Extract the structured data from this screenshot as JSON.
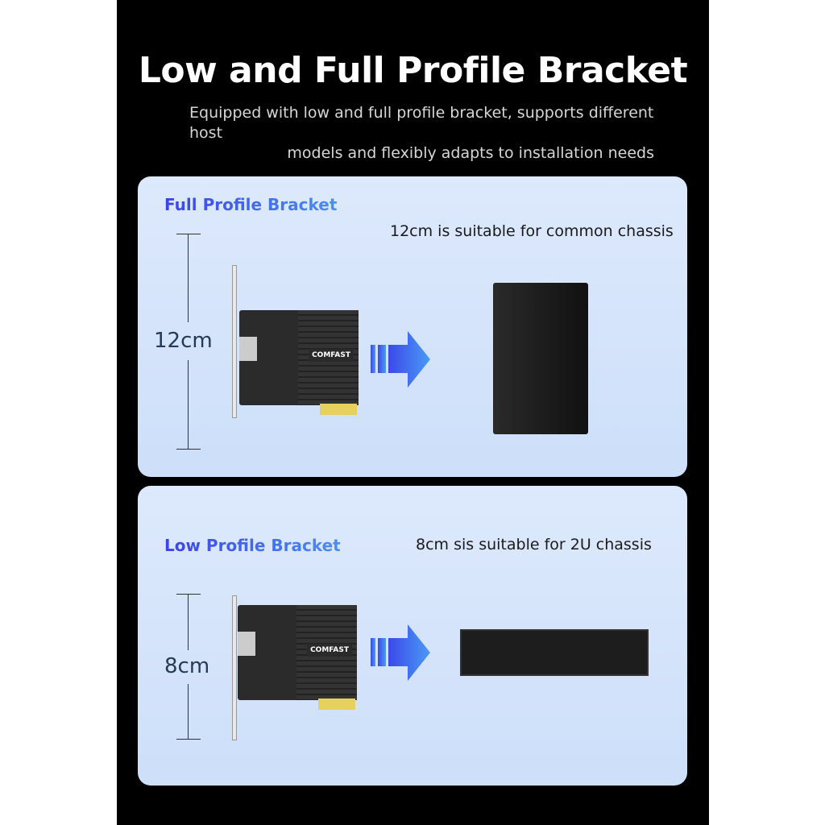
{
  "header": {
    "title": "Low and Full Profile Bracket",
    "subtitle_line1": "Equipped with low and full profile bracket, supports different host",
    "subtitle_line2": "models and flexibly adapts to installation needs"
  },
  "full": {
    "title": "Full Profile Bracket",
    "description": "12cm is suitable for common chassis",
    "dimension": "12cm",
    "brand": "COMFAST"
  },
  "low": {
    "title": "Low Profile Bracket",
    "description": "8cm sis suitable for 2U chassis",
    "dimension": "8cm",
    "brand": "COMFAST"
  }
}
